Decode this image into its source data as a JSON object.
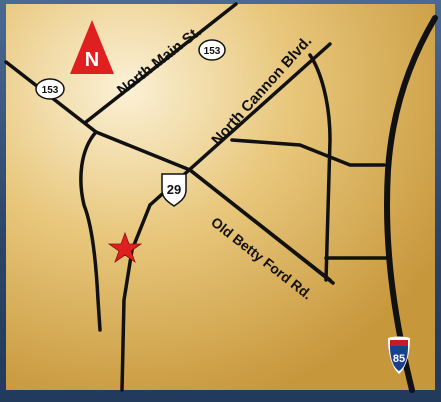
{
  "map": {
    "north_label": "N",
    "roads": {
      "north_main": "North Main St.",
      "north_cannon": "North Cannon Blvd.",
      "old_betty_ford": "Old Betty Ford Rd."
    },
    "shields": {
      "state_153_top": "153",
      "state_153_left": "153",
      "us_29": "29",
      "interstate_85": "85"
    },
    "colors": {
      "background_light": "#f7e7c2",
      "background_dark": "#cc9c3f",
      "road": "#111111",
      "star": "#e02020",
      "north_arrow": "#e02020",
      "interstate_blue": "#1a3f8f",
      "interstate_red": "#c21d24",
      "frame": "#2f4a70"
    },
    "icons": {
      "north_arrow": "north-arrow-icon",
      "location_marker": "star-icon"
    }
  }
}
